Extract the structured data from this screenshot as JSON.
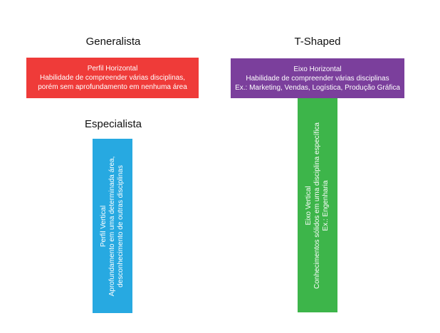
{
  "generalista": {
    "title": "Generalista",
    "box": {
      "heading": "Perfil Horizontal",
      "line1": "Habilidade de compreender várias disciplinas,",
      "line2": "porém sem aprofundamento em nenhuma área"
    }
  },
  "especialista": {
    "title": "Especialista",
    "bar": {
      "heading": "Perfil Vertical",
      "line1": "Aprofundamento em uma determinada área,",
      "line2": "desconhecimento de outras disciplinas"
    }
  },
  "tshaped": {
    "title": "T-Shaped",
    "horizontal": {
      "heading": "Eixo Horizontal",
      "line1": "Habilidade de compreender várias disciplinas",
      "line2": "Ex.: Marketing, Vendas, Logística, Produção Gráfica"
    },
    "vertical": {
      "heading": "Eixo Vertical",
      "line1": "Conhecimentos sólidos em uma disciplina específica",
      "line2": "Ex.: Engenharia"
    }
  },
  "colors": {
    "generalista": "#ef3b39",
    "especialista": "#27a9e1",
    "tshaped_horizontal": "#7b3f9c",
    "tshaped_vertical": "#3db54a"
  }
}
